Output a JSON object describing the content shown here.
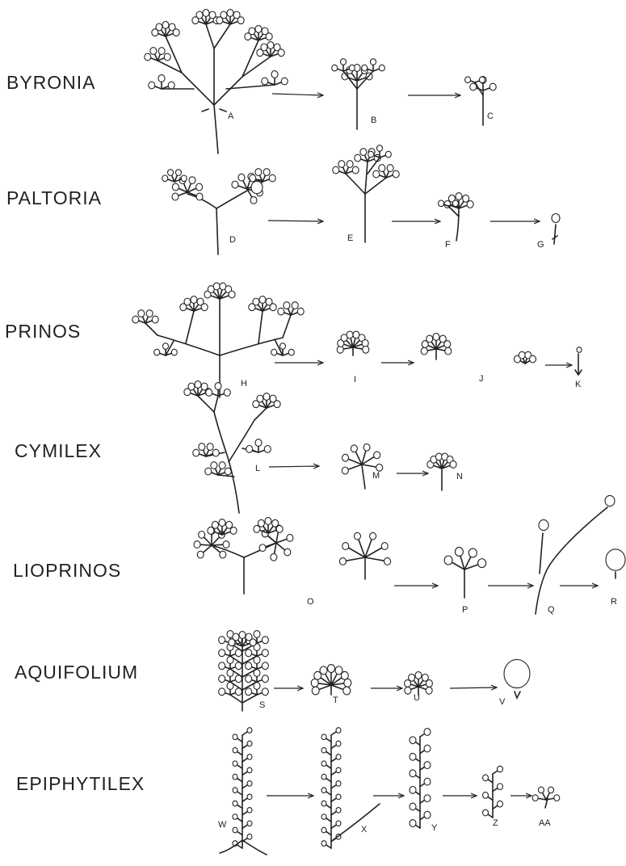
{
  "sections": [
    {
      "name": "BYRONIA",
      "panels": [
        "A",
        "B",
        "C"
      ]
    },
    {
      "name": "PALTORIA",
      "panels": [
        "D",
        "E",
        "F",
        "G"
      ]
    },
    {
      "name": "PRINOS",
      "panels": [
        "H",
        "I",
        "J",
        "K"
      ]
    },
    {
      "name": "CYMILEX",
      "panels": [
        "L",
        "M",
        "N"
      ]
    },
    {
      "name": "LIOPRINOS",
      "panels": [
        "O",
        "P",
        "Q",
        "R"
      ]
    },
    {
      "name": "AQUIFOLIUM",
      "panels": [
        "S",
        "T",
        "U",
        "V"
      ]
    },
    {
      "name": "EPIPHYTILEX",
      "panels": [
        "W",
        "X",
        "Y",
        "Z",
        "AA"
      ]
    }
  ]
}
